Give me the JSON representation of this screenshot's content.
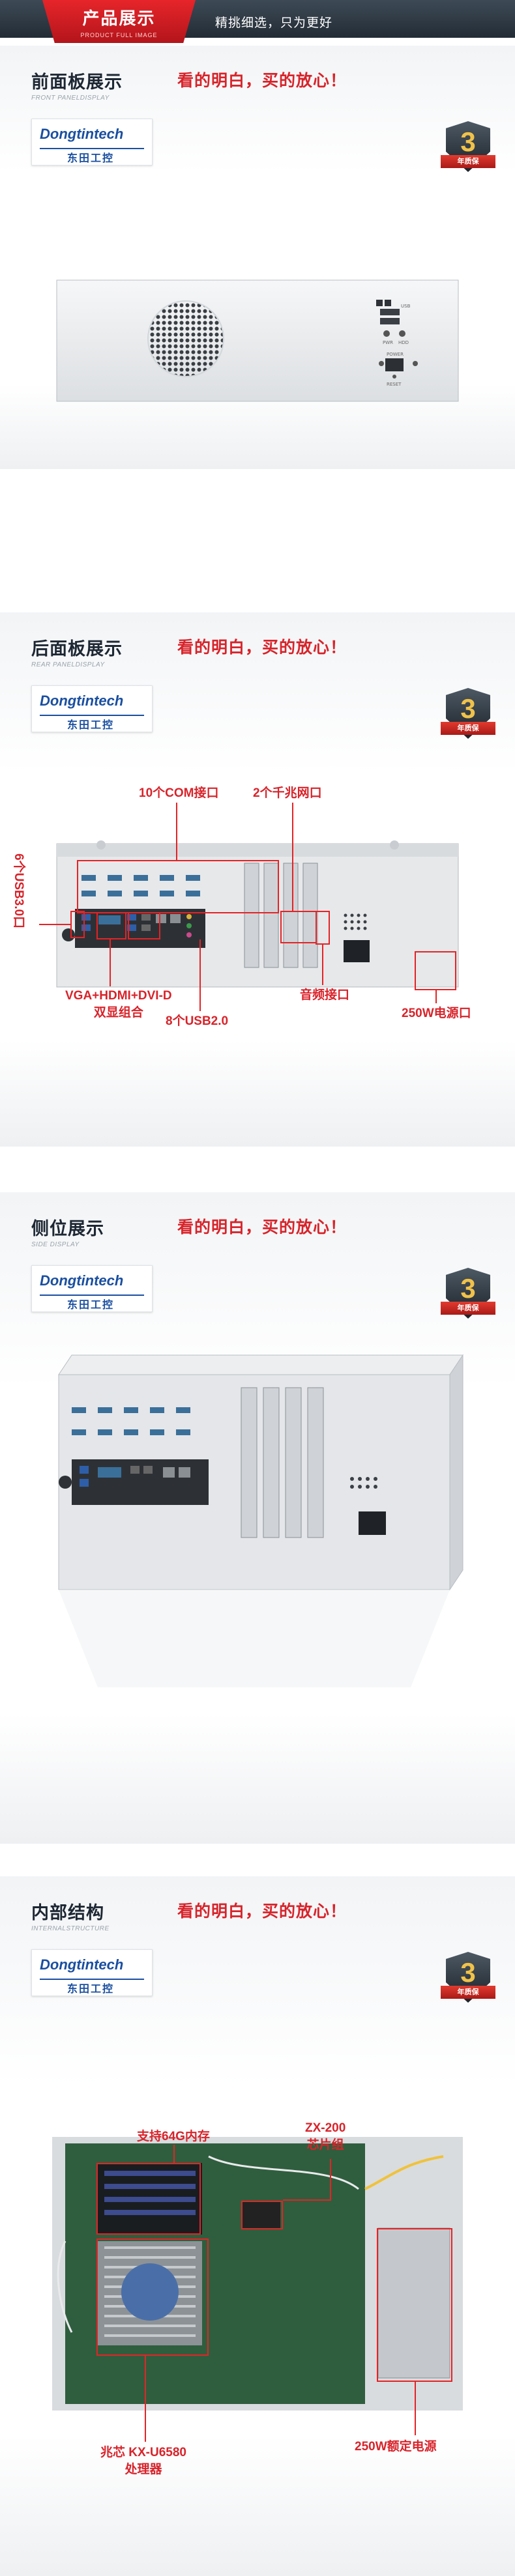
{
  "banner": {
    "title": "产品展示",
    "subtitle": "PRODUCT FULL IMAGE",
    "slogan": "精挑细选，只为更好"
  },
  "brand": {
    "logo_text": "Dongtintech",
    "logo_cn": "东田工控",
    "badge_number": "3",
    "badge_text": "年质保"
  },
  "colors": {
    "accent_red": "#d8232a",
    "banner_dark": "#2b343d",
    "brand_blue": "#1a4fa0"
  },
  "sections": [
    {
      "title": "前面板展示",
      "subtitle": "FRONT PANELDISPLAY",
      "slogan": "看的明白，买的放心！"
    },
    {
      "title": "后面板展示",
      "subtitle": "REAR PANELDISPLAY",
      "slogan": "看的明白，买的放心！"
    },
    {
      "title": "侧位展示",
      "subtitle": "SIDE DISPLAY",
      "slogan": "看的明白，买的放心！"
    },
    {
      "title": "内部结构",
      "subtitle": "INTERNALSTRUCTURE",
      "slogan": "看的明白，买的放心！"
    }
  ],
  "front_panel": {
    "usb_label": "USB",
    "pwr_label": "PWR",
    "hdd_label": "HDD",
    "power_label": "POWER",
    "reset_label": "RESET"
  },
  "rear_callouts": {
    "com": "10个COM接口",
    "lan": "2个千兆网口",
    "usb3": "6个USB3.0口",
    "video_line1": "VGA+HDMI+DVI-D",
    "video_line2": "双显组合",
    "usb2": "8个USB2.0",
    "audio": "音频接口",
    "psu": "250W电源口"
  },
  "internal_callouts": {
    "memory": "支持64G内存",
    "chipset_line1": "ZX-200",
    "chipset_line2": "芯片组",
    "cpu_line1": "兆芯 KX-U6580",
    "cpu_line2": "处理器",
    "psu": "250W额定电源"
  }
}
